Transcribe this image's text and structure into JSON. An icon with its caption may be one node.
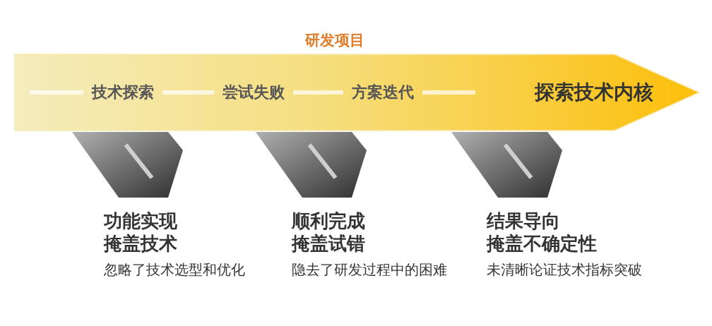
{
  "diagram": {
    "title": "研发项目",
    "nodes": [
      {
        "text": [
          "探索技术内核"
        ]
      },
      {
        "text": [
          "技术探索"
        ],
        "in": 0
      },
      {
        "text": [
          "尝试失败"
        ],
        "in": 0
      },
      {
        "text": [
          "方案迭代"
        ],
        "in": 0
      },
      {
        "text": [],
        "shape": "pentagon",
        "beside": [
          "功能实现",
          "掩盖技术",
          "忽略了技术选型和优化"
        ]
      },
      {
        "text": [],
        "shape": "pentagon",
        "beside": [
          "顺利完成",
          "掩盖试错",
          "隐去了研发过程中的困难"
        ]
      },
      {
        "text": [],
        "shape": "pentagon",
        "beside": [
          "结果导向",
          "掩盖不确定性",
          "未清晰论证技术指标突破"
        ]
      }
    ],
    "edges": [
      {
        "from": null,
        "to": 1,
        "arrow": "none"
      },
      {
        "from": 1,
        "to": 2,
        "arrow": "none"
      },
      {
        "from": 2,
        "to": 3,
        "arrow": "none"
      },
      {
        "from": 3,
        "to": null,
        "arrow": "none"
      }
    ]
  }
}
